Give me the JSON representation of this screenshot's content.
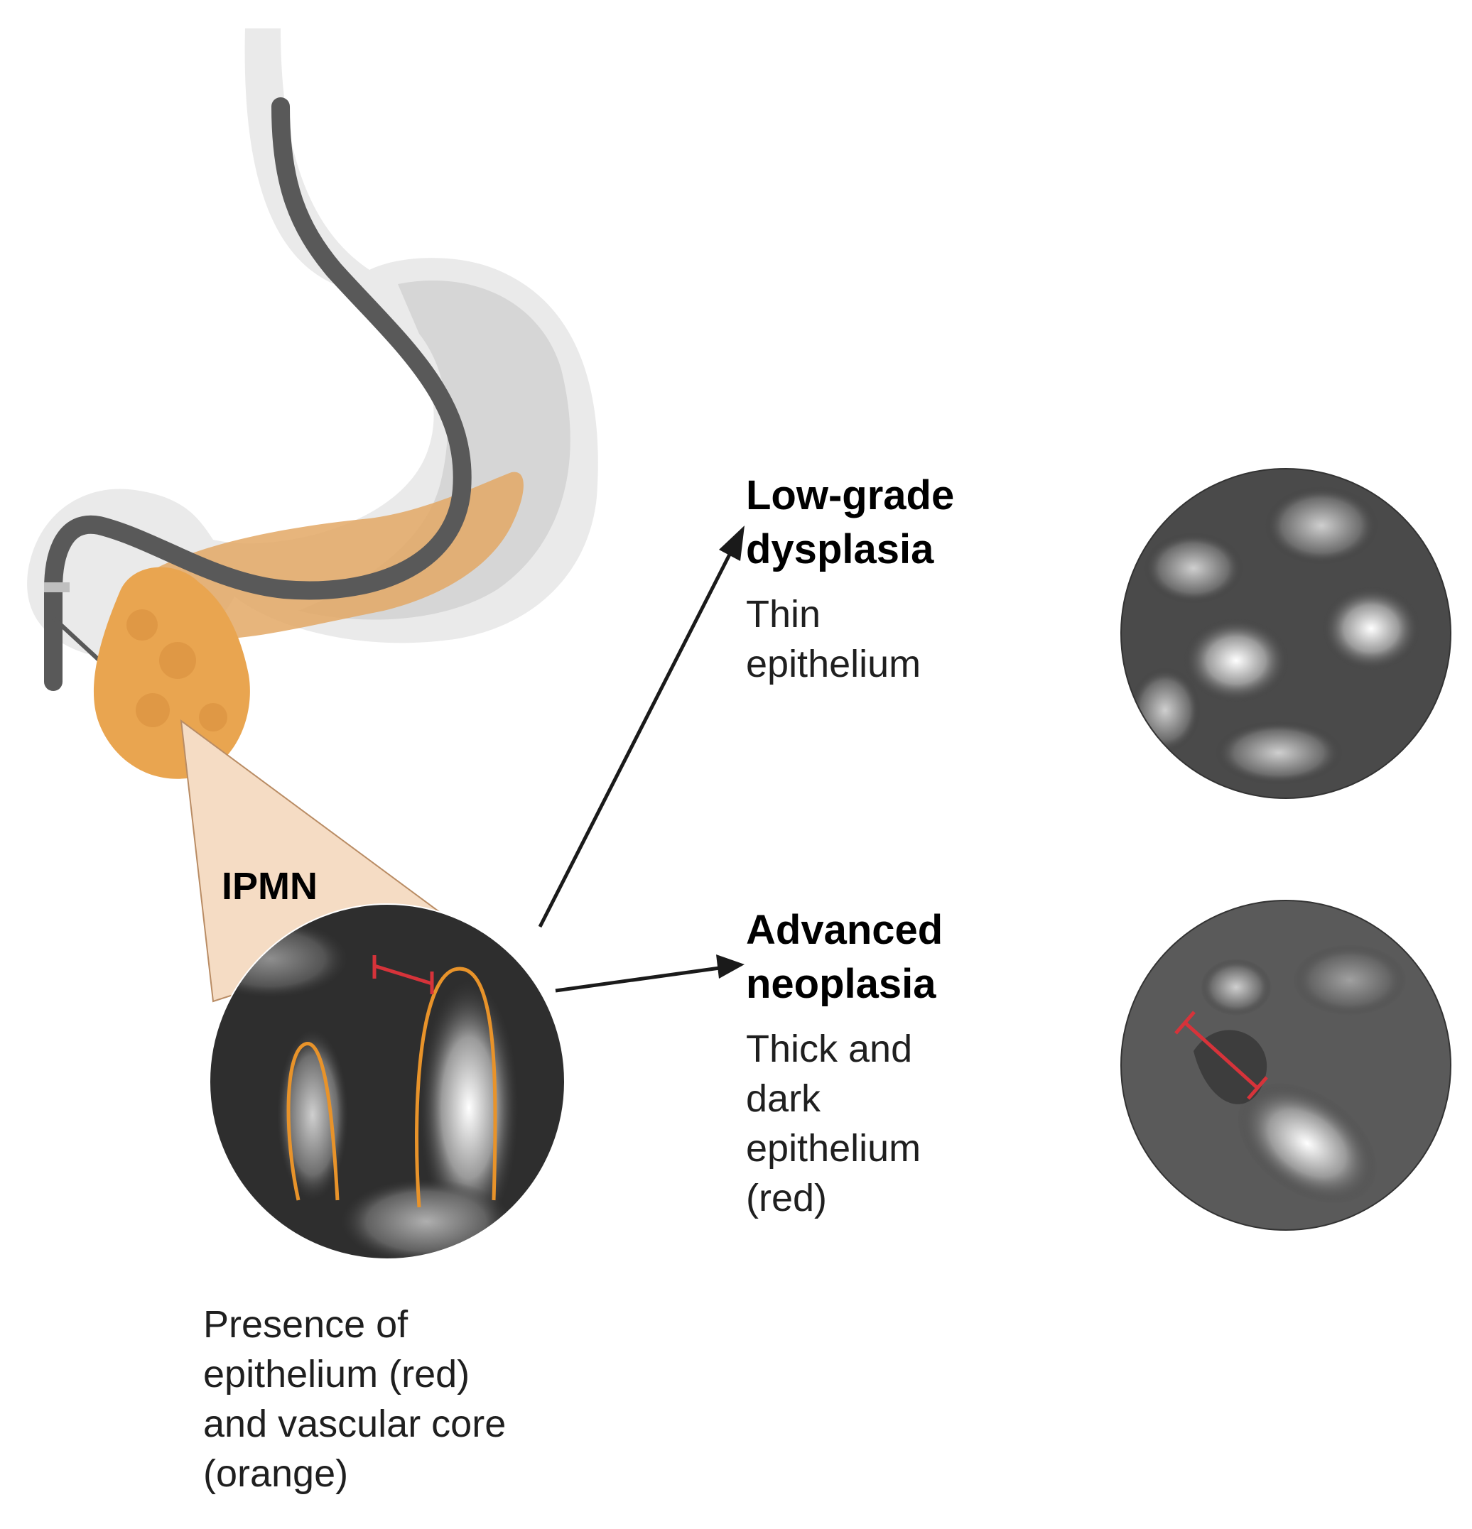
{
  "labels": {
    "ipmn": "IPMN",
    "low_grade_title": "Low-grade dysplasia",
    "low_grade_title_line1": "Low-grade",
    "low_grade_title_line2": "dysplasia",
    "low_grade_desc_line1": "Thin",
    "low_grade_desc_line2": "epithelium",
    "advanced_title_line1": "Advanced",
    "advanced_title_line2": "neoplasia",
    "advanced_desc_line1": "Thick and",
    "advanced_desc_line2": "dark",
    "advanced_desc_line3": "epithelium",
    "advanced_desc_line4": "(red)",
    "presence_line1": "Presence of",
    "presence_line2": "epithelium (red)",
    "presence_line3": "and vascular core",
    "presence_line4": "(orange)"
  },
  "colors": {
    "epithelium": "#d6333a",
    "vascular_core": "#e8932a",
    "pancreas": "#e3a865",
    "cyst": "#e9a550",
    "stomach": "#cfcfcf",
    "endoscope": "#595959",
    "callout": "#f5dcc4"
  }
}
